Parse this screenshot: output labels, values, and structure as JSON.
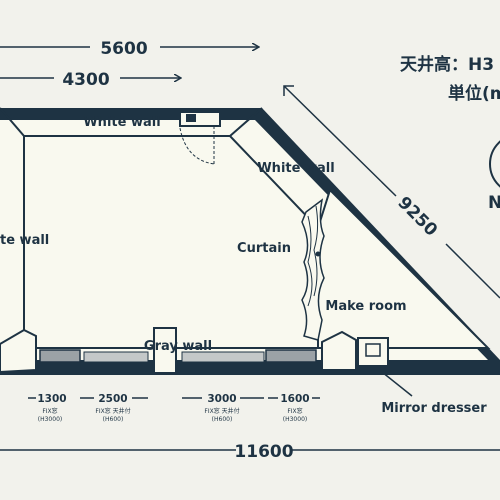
{
  "dimensions": {
    "top_5600": "5600",
    "top_4300": "4300",
    "diagonal_9250": "9250",
    "bottom_total": "11600",
    "segments": [
      {
        "value": "1300",
        "line1": "FIX窓",
        "line2": "(H3000)"
      },
      {
        "value": "2500",
        "line1": "FIX窓 天井付",
        "line2": "(H600)"
      },
      {
        "value": "3000",
        "line1": "FIX窓 天井付",
        "line2": "(H600)"
      },
      {
        "value": "1600",
        "line1": "FIX窓",
        "line2": "(H3000)"
      }
    ]
  },
  "labels": {
    "white_wall_top": "White wall",
    "white_wall_right": "White wall",
    "white_wall_left": "te wall",
    "curtain": "Curtain",
    "make_room": "Make room",
    "gray_wall": "Gray wall",
    "mirror_dresser": "Mirror dresser"
  },
  "info": {
    "ceiling_height": "天井高：H3",
    "unit": "単位(m",
    "north_letter": "N"
  },
  "colors": {
    "line": "#1e3343",
    "floor": "#f9f9ef",
    "background": "#f2f2ec",
    "window": "#9ba2a6"
  }
}
